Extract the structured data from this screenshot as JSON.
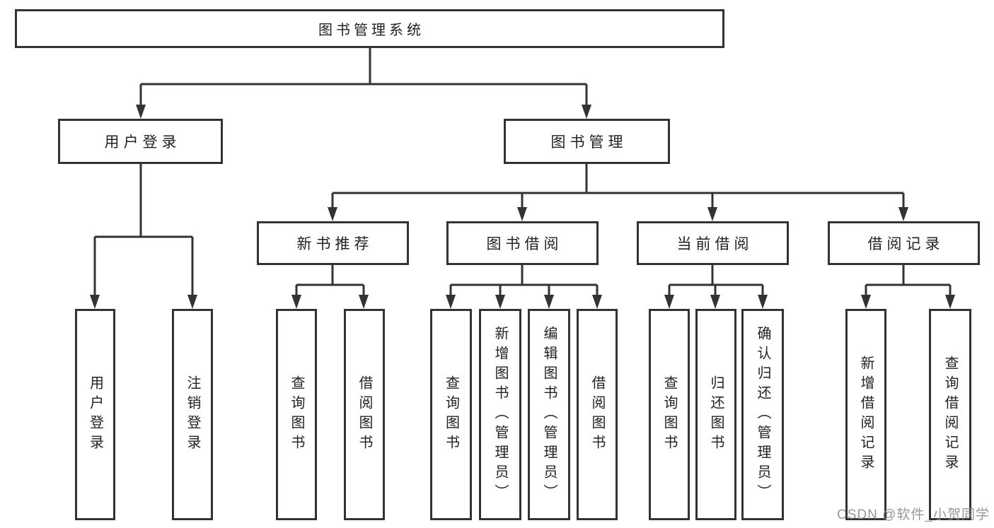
{
  "diagram": {
    "root": {
      "label": "图书管理系统",
      "children": [
        {
          "label": "用户登录",
          "children": [
            {
              "label": "用户登录"
            },
            {
              "label": "注销登录"
            }
          ]
        },
        {
          "label": "图书管理",
          "children": [
            {
              "label": "新书推荐",
              "children": [
                {
                  "label": "查询图书"
                },
                {
                  "label": "借阅图书"
                }
              ]
            },
            {
              "label": "图书借阅",
              "children": [
                {
                  "label": "查询图书"
                },
                {
                  "label": "新增图书（管理员）"
                },
                {
                  "label": "编辑图书（管理员）"
                },
                {
                  "label": "借阅图书"
                }
              ]
            },
            {
              "label": "当前借阅",
              "children": [
                {
                  "label": "查询图书"
                },
                {
                  "label": "归还图书"
                },
                {
                  "label": "确认归还（管理员）"
                }
              ]
            },
            {
              "label": "借阅记录",
              "children": [
                {
                  "label": "新增借阅记录"
                },
                {
                  "label": "查询借阅记录"
                }
              ]
            }
          ]
        }
      ]
    }
  },
  "watermark": {
    "text": "CSDN @软件_小贺同学",
    "color": "#8f8f8f"
  },
  "colors": {
    "line": "#333333",
    "box_border": "#333333",
    "text": "#222222",
    "background": "#ffffff"
  }
}
